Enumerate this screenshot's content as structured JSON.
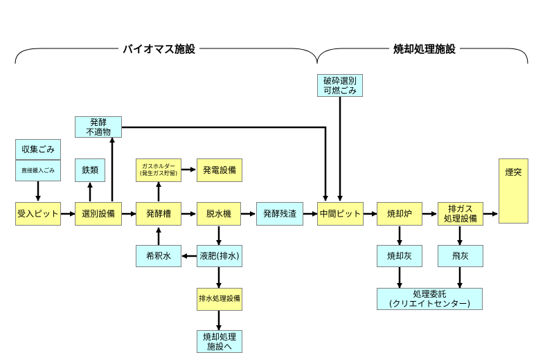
{
  "sections": {
    "biomass": "バイオマス施設",
    "incineration": "焼却処理施設"
  },
  "nodes": {
    "collected_waste": "収集ごみ",
    "direct_waste": "直接搬入ごみ",
    "receiving_pit": "受入ピット",
    "iron": "鉄類",
    "fermentation_unsuitable": [
      "発酵",
      "不適物"
    ],
    "sorting": "選別設備",
    "gas_holder": [
      "ガスホルダー",
      "(発生ガス貯留)"
    ],
    "power_gen": "発電設備",
    "fermentation_tank": "発酵槽",
    "dehydrator": "脱水機",
    "fermentation_residue": "発酵残渣",
    "crushed_sorted": [
      "破砕選別",
      "可燃ごみ"
    ],
    "intermediate_pit": "中間ピット",
    "furnace": "焼却炉",
    "exhaust_gas": [
      "排ガス",
      "処理設備"
    ],
    "chimney": "煙突",
    "dilution_water": "希釈水",
    "digestate": "液肥(排水)",
    "wastewater_treatment": "排水処理設備",
    "to_incineration": [
      "焼却処理",
      "施設へ"
    ],
    "incineration_ash": "焼却灰",
    "fly_ash": "飛灰",
    "outsourced": [
      "処理委託",
      "(クリエイトセンター)"
    ]
  }
}
